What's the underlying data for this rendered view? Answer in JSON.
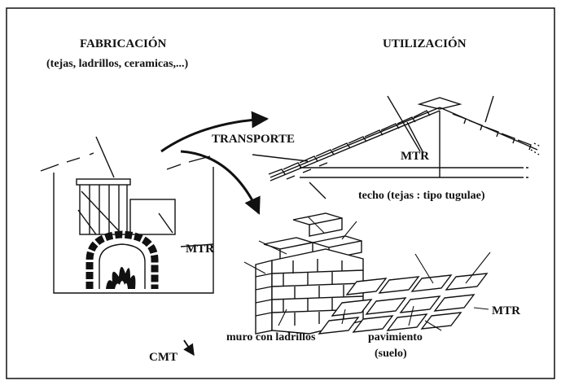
{
  "labels": {
    "fabricacion": "FABRICACIÓN",
    "fabricacion_sub": "(tejas, ladrillos, ceramicas,...)",
    "utilizacion": "UTILIZACIÓN",
    "transporte": "TRANSPORTE",
    "mtr_roof": "MTR",
    "mtr_kiln": "MTR",
    "mtr_floor": "MTR",
    "techo": "techo (tejas : tipo tugulae)",
    "muro": "muro con ladrillos",
    "pavimiento": "pavimiento",
    "suelo": "(suelo)",
    "cmt": "CMT"
  },
  "colors": {
    "line": "#111111",
    "background": "#ffffff"
  }
}
